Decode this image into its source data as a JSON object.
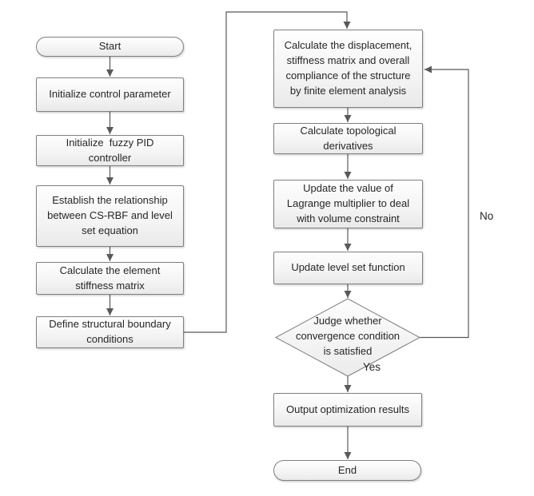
{
  "diagram": {
    "type": "flowchart",
    "nodes": {
      "start": "Start",
      "init_control": "Initialize control parameter",
      "init_fuzzy_pid": "Initialize  fuzzy PID\ncontroller",
      "establish_relationship": "Establish the relationship\nbetween CS-RBF and level\nset equation",
      "element_stiffness": "Calculate the element\nstiffness matrix",
      "boundary_conditions": "Define structural boundary\nconditions",
      "fea": "Calculate the displacement,\nstiffness matrix and overall\ncompliance of the structure\nby finite element analysis",
      "topological_derivatives": "Calculate topological\nderivatives",
      "lagrange_update": "Update the value of\nLagrange multiplier to deal\nwith volume constraint",
      "level_set_update": "Update level set function",
      "convergence_decision": "Judge whether\nconvergence condition\nis satisfied",
      "output_results": "Output optimization results",
      "end": "End"
    },
    "edge_labels": {
      "yes": "Yes",
      "no": "No"
    },
    "colors": {
      "background": "#ffffff",
      "node_border": "#7f7f7f",
      "node_fill_top": "#fefefe",
      "node_fill_bottom": "#e9e9e9",
      "connector": "#595959",
      "text": "#262626"
    }
  }
}
